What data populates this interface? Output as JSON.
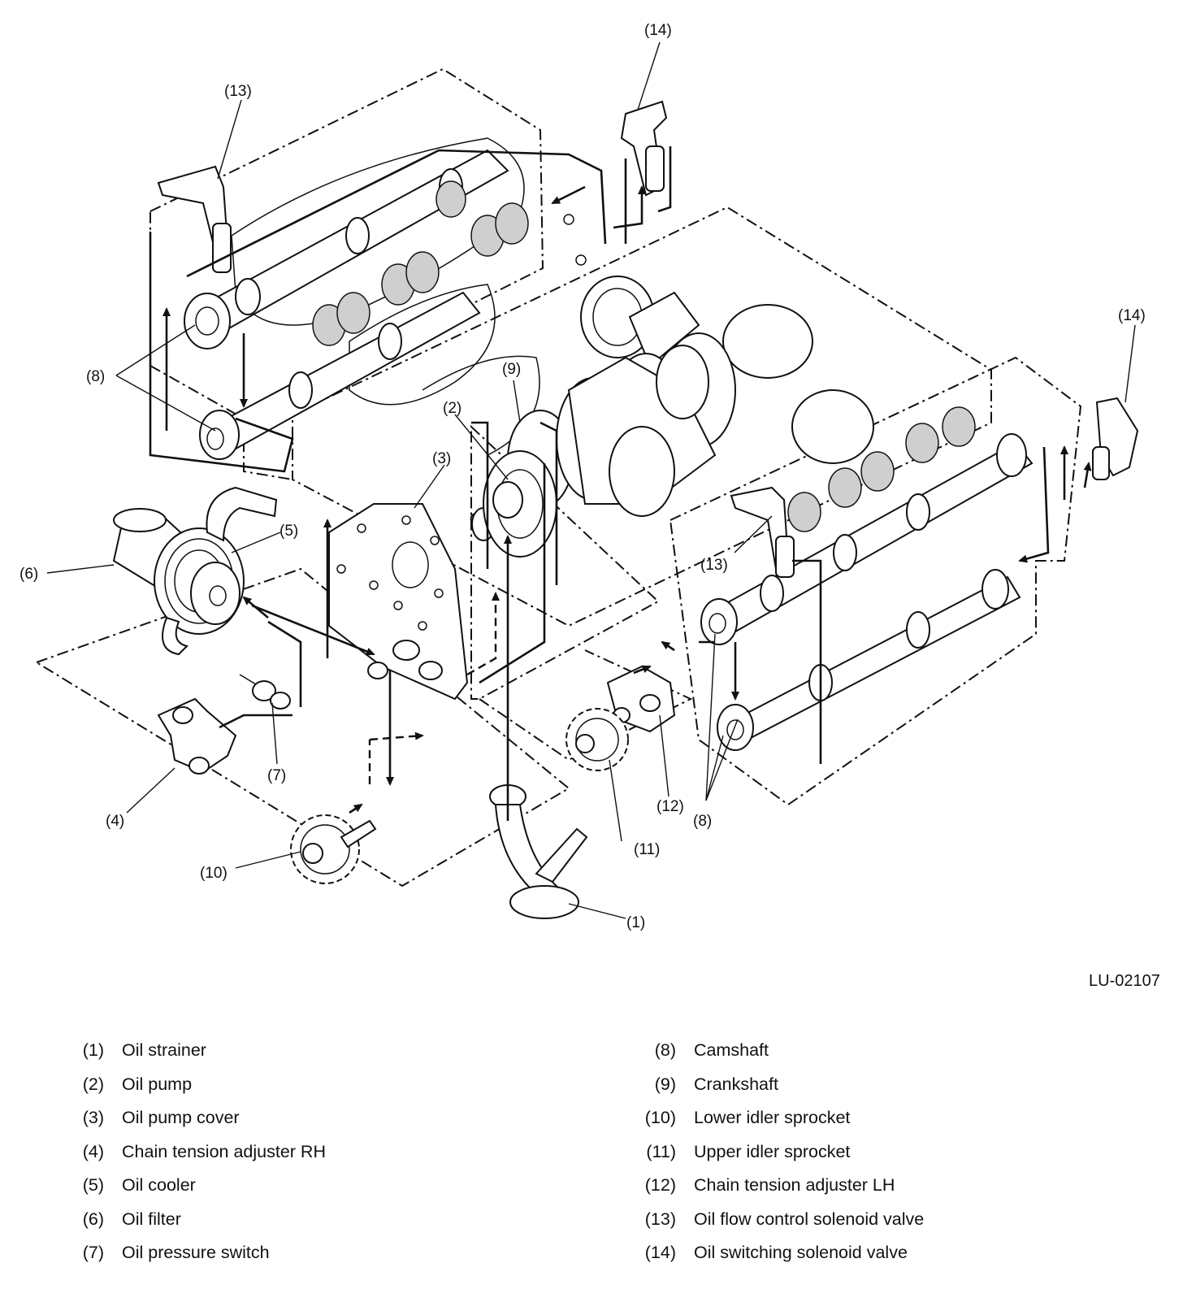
{
  "diagram": {
    "figure_code": "LU-02107",
    "callouts": {
      "c1": "(1)",
      "c2": "(2)",
      "c3": "(3)",
      "c4": "(4)",
      "c5": "(5)",
      "c6": "(6)",
      "c7": "(7)",
      "c8a": "(8)",
      "c8b": "(8)",
      "c9": "(9)",
      "c10": "(10)",
      "c11": "(11)",
      "c12": "(12)",
      "c13a": "(13)",
      "c13b": "(13)",
      "c14a": "(14)",
      "c14b": "(14)"
    }
  },
  "legend": {
    "left": [
      {
        "num": "(1)",
        "label": "Oil strainer"
      },
      {
        "num": "(2)",
        "label": "Oil pump"
      },
      {
        "num": "(3)",
        "label": "Oil pump cover"
      },
      {
        "num": "(4)",
        "label": "Chain tension adjuster RH"
      },
      {
        "num": "(5)",
        "label": "Oil cooler"
      },
      {
        "num": "(6)",
        "label": "Oil filter"
      },
      {
        "num": "(7)",
        "label": "Oil pressure switch"
      }
    ],
    "right": [
      {
        "num": "(8)",
        "label": "Camshaft"
      },
      {
        "num": "(9)",
        "label": "Crankshaft"
      },
      {
        "num": "(10)",
        "label": "Lower idler sprocket"
      },
      {
        "num": "(11)",
        "label": "Upper idler sprocket"
      },
      {
        "num": "(12)",
        "label": "Chain tension adjuster LH"
      },
      {
        "num": "(13)",
        "label": "Oil flow control solenoid valve"
      },
      {
        "num": "(14)",
        "label": "Oil switching solenoid valve"
      }
    ]
  }
}
